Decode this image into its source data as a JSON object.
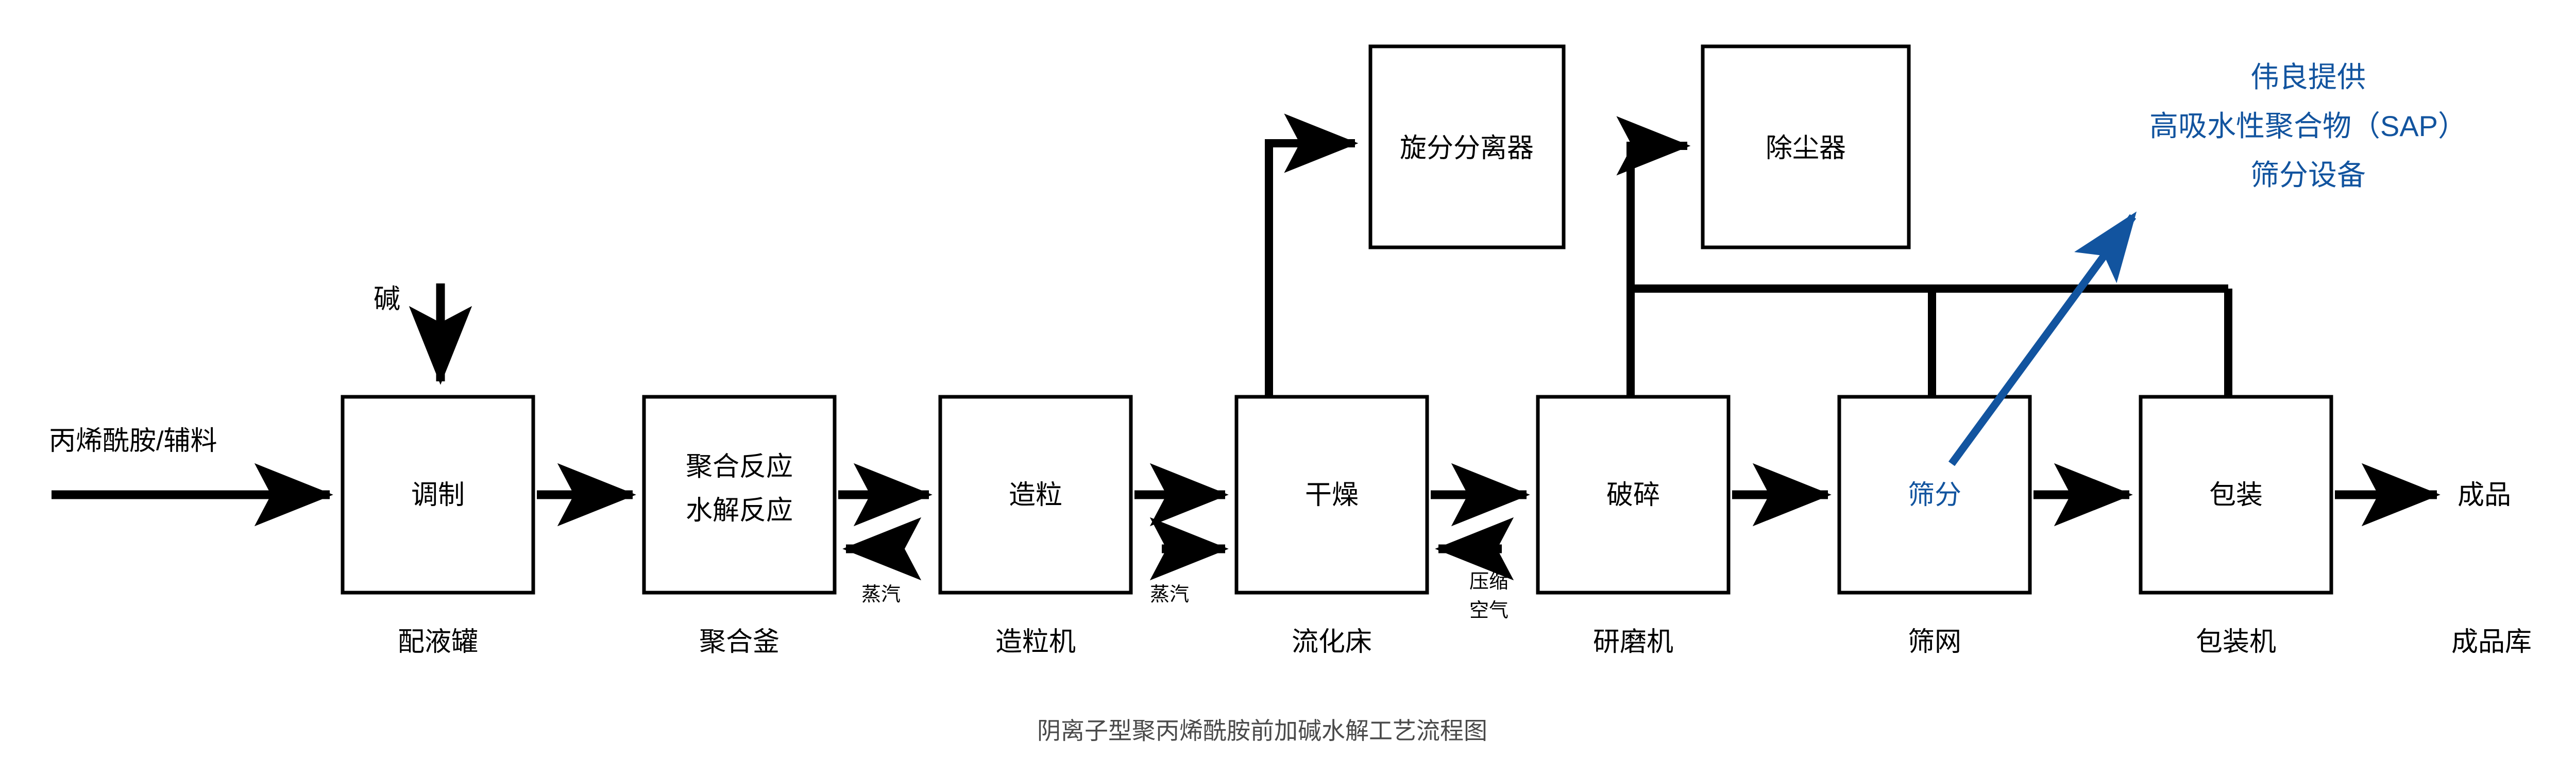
{
  "diagram": {
    "title": "阴离子型聚丙烯酰胺前加碱水解工艺流程图",
    "accent_color": "#12549F",
    "line_color": "#000000",
    "title_color": "#4A4A4A",
    "background": "#ffffff"
  },
  "units": [
    {
      "id": "peiyeguan",
      "process": "调制",
      "process2": "",
      "equipment": "配液罐"
    },
    {
      "id": "juhefu",
      "process": "聚合反应",
      "process2": "水解反应",
      "equipment": "聚合釜"
    },
    {
      "id": "zaolijii",
      "process": "造粒",
      "process2": "",
      "equipment": "造粒机"
    },
    {
      "id": "liuhuachuang",
      "process": "干燥",
      "process2": "",
      "equipment": "流化床"
    },
    {
      "id": "yanmoji",
      "process": "破碎",
      "process2": "",
      "equipment": "研磨机"
    },
    {
      "id": "shaiwang",
      "process": "筛分",
      "process2": "",
      "equipment": "筛网"
    },
    {
      "id": "baozhuangji",
      "process": "包装",
      "process2": "",
      "equipment": "包装机"
    }
  ],
  "auxiliary_units": [
    {
      "id": "cyclone",
      "label": "旋分分离器"
    },
    {
      "id": "dustfilter",
      "label": "除尘器"
    }
  ],
  "io": {
    "feed_label": "丙烯酰胺/辅料",
    "alkali_label": "碱",
    "product_label": "成品",
    "product_store_label": "成品库"
  },
  "streams": [
    {
      "id": "steam-to-reactor",
      "label": "蒸汽"
    },
    {
      "id": "steam-to-dryer",
      "label": "蒸汽"
    },
    {
      "id": "compressed-air",
      "label": "压缩\n空气",
      "line1": "压缩",
      "line2": "空气"
    }
  ],
  "annotation": {
    "line1": "伟良提供",
    "line2": "高吸水性聚合物（SAP）",
    "line3": "筛分设备",
    "points_to": "筛分"
  }
}
